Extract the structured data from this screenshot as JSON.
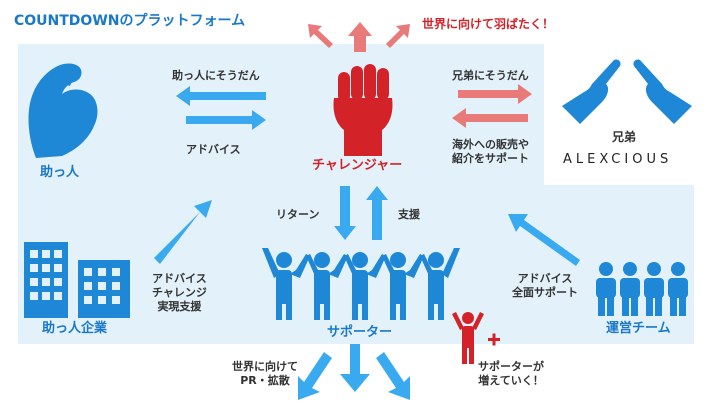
{
  "header": {
    "title": "COUNTDOWNのプラットフォーム",
    "slogan": "世界に向けて羽ばたく！"
  },
  "helpers": {
    "label": "助っ人",
    "relation_label": "助っ人にそうだん",
    "advice_label": "アドバイス"
  },
  "challenger": {
    "label": "チャレンジャー"
  },
  "brother": {
    "label": "兄弟",
    "relation_label": "兄弟にそうだん",
    "support_label": "海外への販売や\n紹介をサポート",
    "brand": "ALEXCIOUS"
  },
  "center": {
    "return_label": "リターン",
    "support_label": "支援"
  },
  "companies": {
    "label": "助っ人企業",
    "advice_label": "アドバイス\nチャレンジ\n実現支援"
  },
  "supporters": {
    "label": "サポーター",
    "pr_label": "世界に向けて\nPR・拡散",
    "growth_label": "サポーターが\n増えていく！"
  },
  "team": {
    "label": "運営チーム",
    "support_label": "アドバイス\n全面サポート"
  },
  "colors": {
    "blue": "#1e88d6",
    "light_blue": "#3aaaf0",
    "red": "#d42229",
    "pink": "#e87a7a",
    "panel": "#e3f1fa"
  }
}
